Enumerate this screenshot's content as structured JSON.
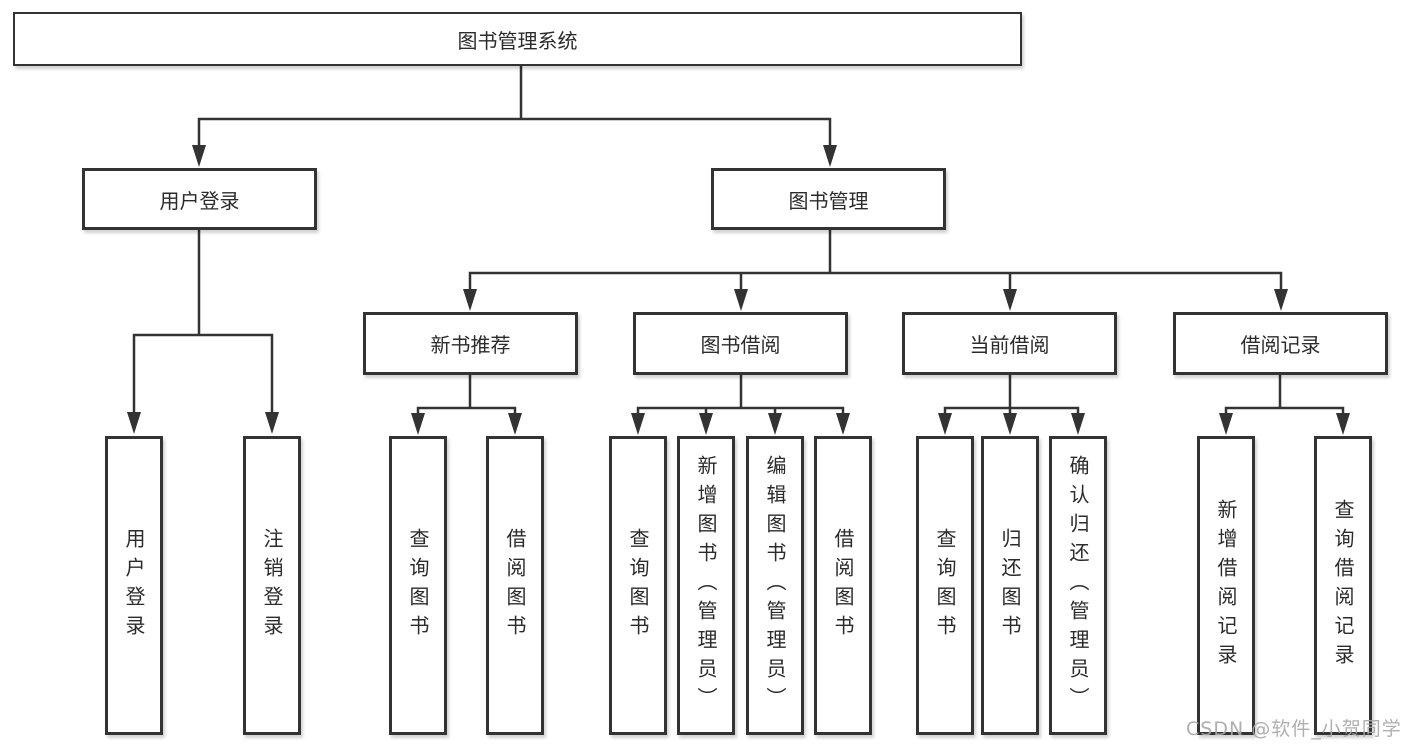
{
  "watermark": "CSDN @软件_小贺同学",
  "colors": {
    "line": "#333333",
    "text": "#2b2b2b",
    "background": "#ffffff",
    "watermark": "#a8a8a8"
  },
  "root": {
    "label": "图书管理系统"
  },
  "branches": [
    {
      "label": "用户登录",
      "leaves": [
        "用户登录",
        "注销登录"
      ]
    },
    {
      "label": "图书管理",
      "sections": [
        {
          "label": "新书推荐",
          "leaves": [
            "查询图书",
            "借阅图书"
          ]
        },
        {
          "label": "图书借阅",
          "leaves": [
            "查询图书",
            "新增图书（管理员）",
            "编辑图书（管理员）",
            "借阅图书"
          ]
        },
        {
          "label": "当前借阅",
          "leaves": [
            "查询图书",
            "归还图书",
            "确认归还（管理员）"
          ]
        },
        {
          "label": "借阅记录",
          "leaves": [
            "新增借阅记录",
            "查询借阅记录"
          ]
        }
      ]
    }
  ]
}
